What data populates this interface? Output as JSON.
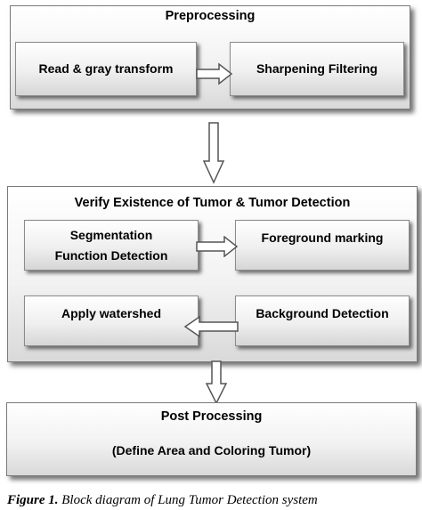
{
  "preprocessing": {
    "title": "Preprocessing",
    "step1": "Read & gray transform",
    "step2": "Sharpening Filtering"
  },
  "verify": {
    "title": "Verify Existence of Tumor & Tumor Detection",
    "segmentation_line1": "Segmentation",
    "segmentation_line2": "Function Detection",
    "foreground": "Foreground marking",
    "watershed": "Apply watershed",
    "background": "Background Detection"
  },
  "post": {
    "title": "Post Processing",
    "subtitle": "(Define Area and Coloring Tumor)"
  },
  "caption": {
    "label": "Figure 1.",
    "text": "Block diagram of Lung Tumor Detection system"
  }
}
